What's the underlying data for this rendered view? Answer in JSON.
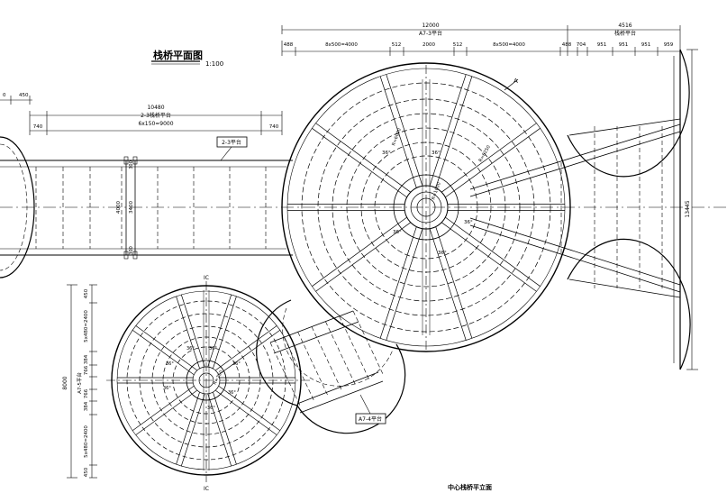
{
  "title": {
    "main": "栈桥平面图",
    "scale": "1:100"
  },
  "footer_caption": "中心栈桥平立面",
  "top_dims": {
    "total_main": "12000",
    "platform_name": "A7-3平台",
    "segments": [
      "488",
      "8x500=4000",
      "512",
      "2000",
      "512",
      "8x500=4000",
      "488"
    ],
    "side_total": "4516",
    "side_name": "栈桥平台",
    "side_segments": [
      "704",
      "951",
      "951",
      "951",
      "959"
    ]
  },
  "bridge_dims": {
    "left_edge_a": "0",
    "left_edge_b": "450",
    "total": "10480",
    "name": "2-3栈桥平台",
    "inner": "6x150=9000",
    "end_left": "740",
    "end_right": "740"
  },
  "bridge_width": {
    "total": "4000",
    "inner": "3400",
    "edge_top": "300",
    "edge_bottom": "300"
  },
  "right_height": "13445",
  "labels": {
    "tag_bridge": "2-3平台",
    "tag_link": "A7-4平台",
    "section_mark": "A",
    "ic_top": "IC",
    "ic_bottom": "IC",
    "big_radius": "R=6000",
    "big_ring": "R=6250",
    "big_hub": "R=1000",
    "small_hub": "R=750"
  },
  "angle_label": "36°",
  "left_dims": {
    "total": "8000",
    "edge_top": "450",
    "upper": "5x480=2400",
    "mid_a": "384",
    "mid_b": "766",
    "name": "A7-5平台",
    "mid_c": "766",
    "mid_d": "384",
    "lower": "5x480=2400",
    "edge_bottom": "450"
  }
}
